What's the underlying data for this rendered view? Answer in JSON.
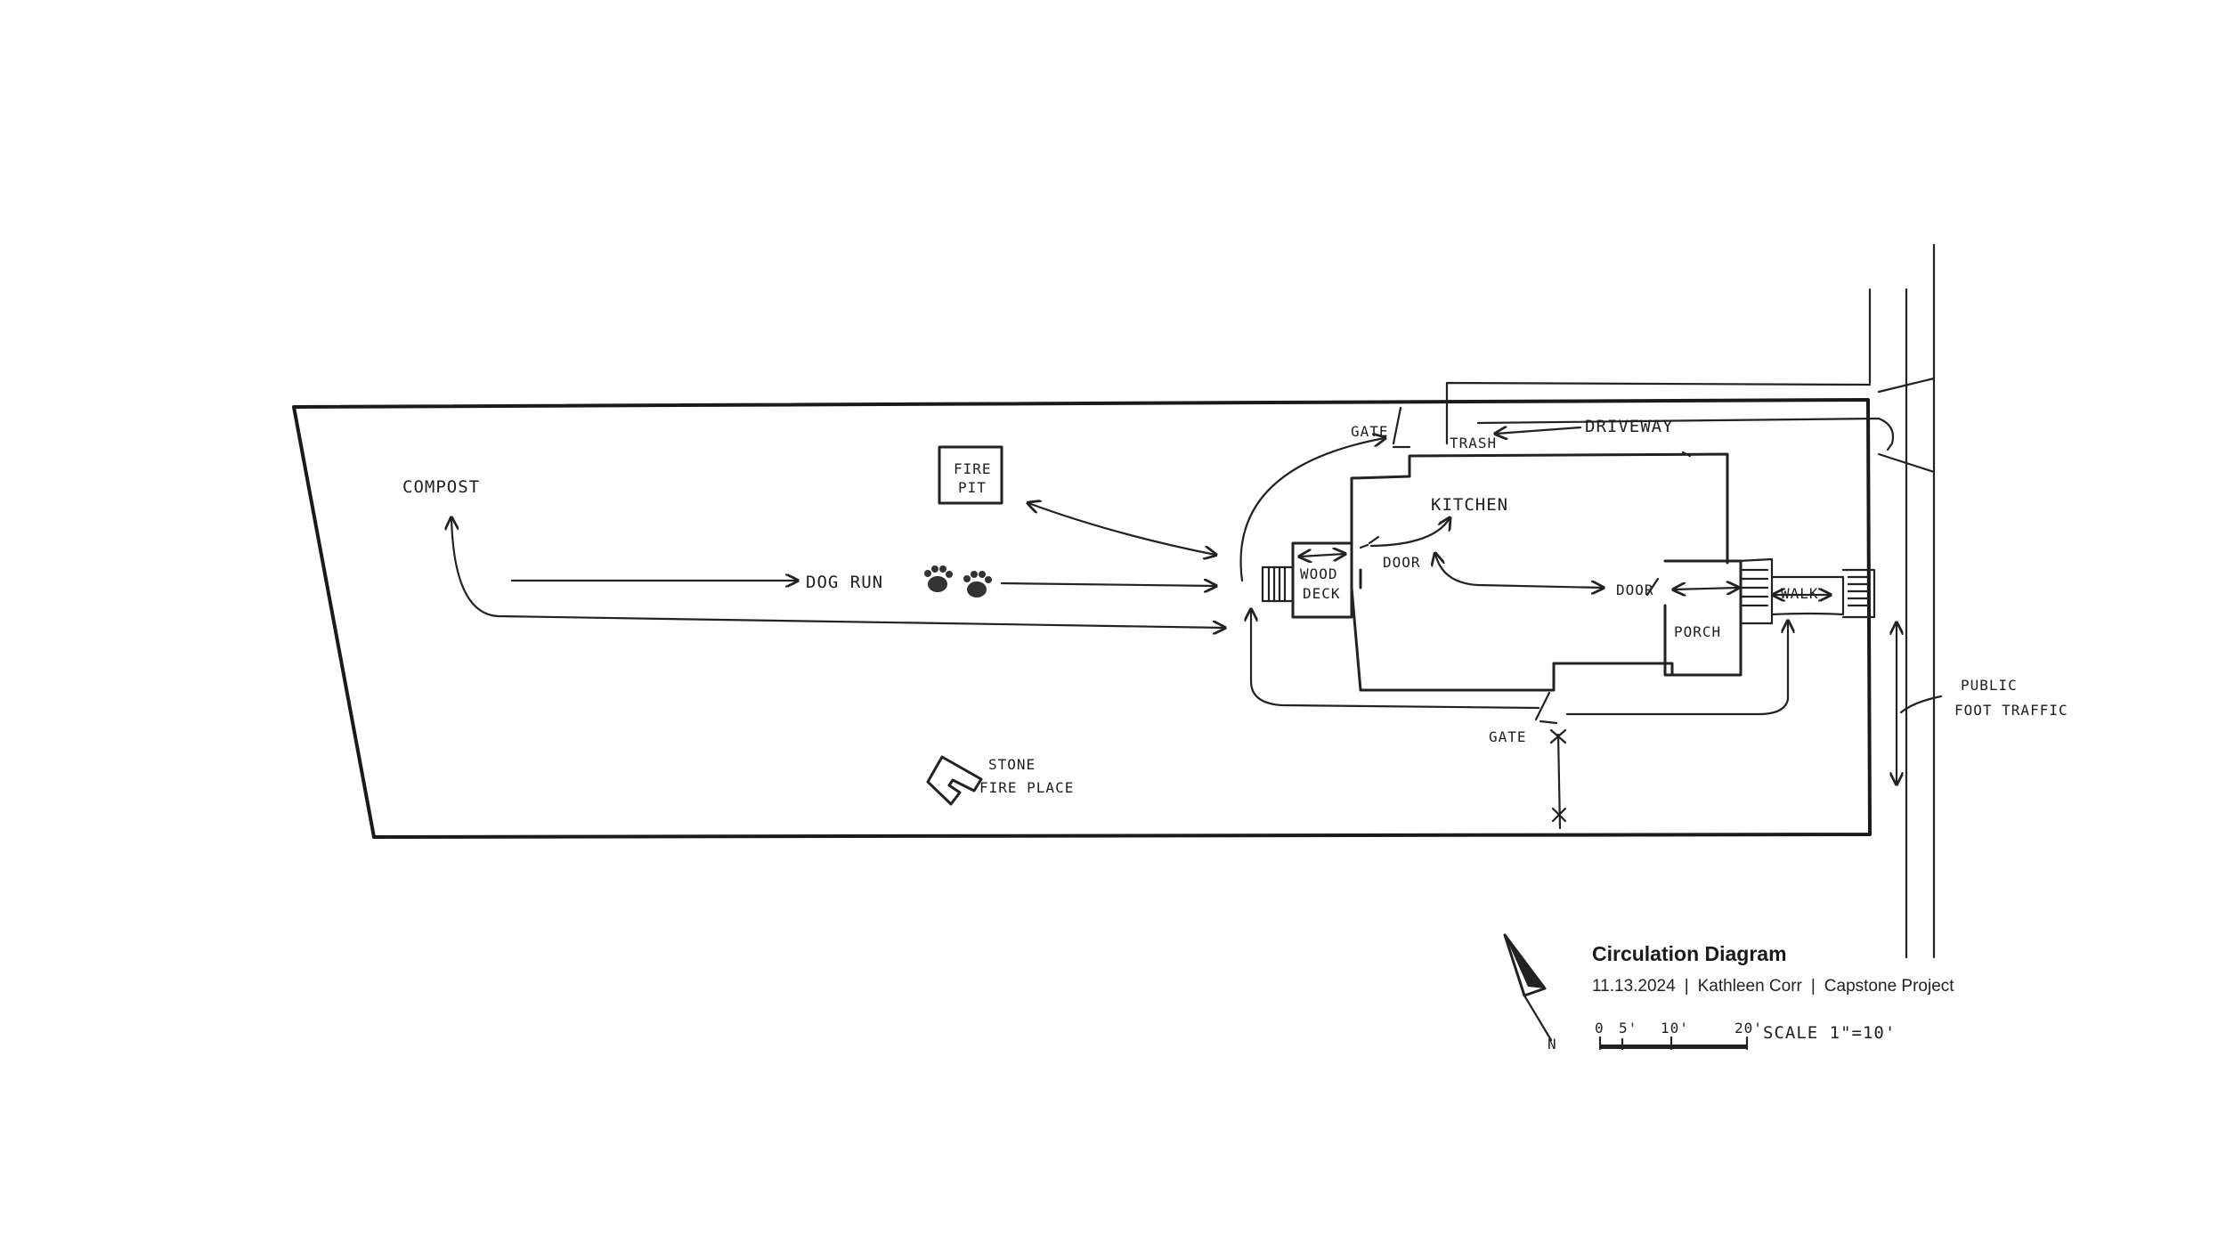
{
  "labels": {
    "compost": "COMPOST",
    "fire_pit_line1": "FIRE",
    "fire_pit_line2": "PIT",
    "dog_run": "DOG RUN",
    "gate_top": "GATE",
    "trash": "TRASH",
    "driveway": "DRIVEWAY",
    "kitchen": "KITCHEN",
    "wood_deck_line1": "WOOD",
    "wood_deck_line2": "DECK",
    "door_left": "DOOR",
    "door_right": "DOOR",
    "walk": "WALK",
    "porch": "PORCH",
    "gate_bottom": "GATE",
    "stone_fire_place_line1": "STONE",
    "stone_fire_place_line2": "FIRE PLACE",
    "public_foot_traffic_line1": "PUBLIC",
    "public_foot_traffic_line2": "FOOT TRAFFIC",
    "north": "N"
  },
  "scale": {
    "ticks": [
      "0",
      "5'",
      "10'",
      "20'"
    ],
    "text": "SCALE 1\"=10'"
  },
  "title_block": {
    "title": "Circulation Diagram",
    "date": "11.13.2024",
    "author": "Kathleen Corr",
    "project": "Capstone Project"
  },
  "colors": {
    "ink": "#222222",
    "paper": "#ffffff"
  }
}
